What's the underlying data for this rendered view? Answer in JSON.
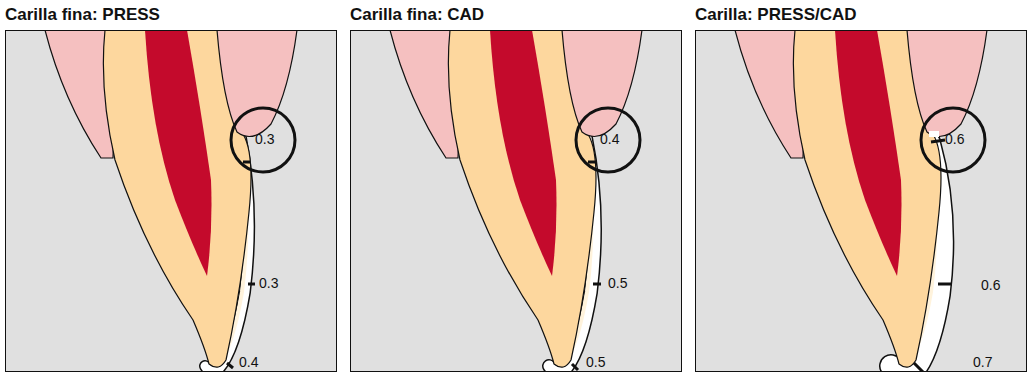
{
  "diagram": {
    "labels": [
      "Carilla fina: PRESS",
      "Carilla fina: CAD",
      "Carilla: PRESS/CAD",
      "0.3",
      "0.3",
      "0.4",
      "0.4",
      "0.5",
      "0.5",
      "0.6",
      "0.6",
      "0.7"
    ]
  }
}
